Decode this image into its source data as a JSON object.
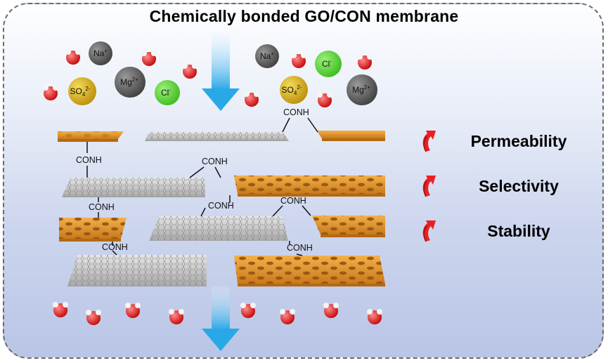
{
  "title": "Chemically bonded GO/CON membrane",
  "ions": [
    {
      "id": "na1",
      "label": "Na",
      "sup": "+",
      "sub": "",
      "kind": "na"
    },
    {
      "id": "so41",
      "label": "SO",
      "sub": "4",
      "sup": "2-",
      "kind": "so4"
    },
    {
      "id": "mg1",
      "label": "Mg",
      "sup": "2+",
      "sub": "",
      "kind": "mg"
    },
    {
      "id": "cl1",
      "label": "Cl",
      "sup": "-",
      "sub": "",
      "kind": "cl"
    },
    {
      "id": "na2",
      "label": "Na",
      "sup": "+",
      "sub": "",
      "kind": "na"
    },
    {
      "id": "cl2",
      "label": "Cl",
      "sup": "-",
      "sub": "",
      "kind": "cl"
    },
    {
      "id": "so42",
      "label": "SO",
      "sub": "4",
      "sup": "2-",
      "kind": "so4"
    },
    {
      "id": "mg2",
      "label": "Mg",
      "sup": "2+",
      "sub": "",
      "kind": "mg"
    }
  ],
  "ion_colors": {
    "na": "#4a4a4a",
    "mg": "#555555",
    "cl": "#4fcf2a",
    "so4": "#d6a914"
  },
  "link_labels": [
    "CONH",
    "CONH",
    "CONH",
    "CONH",
    "CONH",
    "CONH",
    "CONH"
  ],
  "properties": [
    {
      "label": "Permeability",
      "icon": "red-curved-up-arrow-icon"
    },
    {
      "label": "Selectivity",
      "icon": "red-curved-up-arrow-icon"
    },
    {
      "label": "Stability",
      "icon": "red-curved-up-arrow-icon"
    }
  ],
  "colors": {
    "con_sheet": "#e79a2b",
    "go_sheet": "#c9c9c9",
    "water_oxygen": "#e01818",
    "flow_arrow": "#29a8e8",
    "property_arrow": "#e82020"
  }
}
